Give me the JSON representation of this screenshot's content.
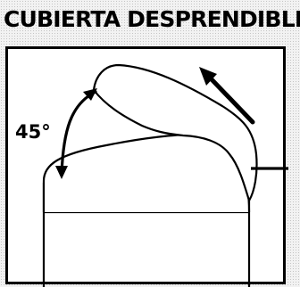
{
  "title": "CUBIERTA DESPRENDIBLE",
  "diagram": {
    "angle_label": "45°",
    "subject": "trash-can-with-removable-lid",
    "lid_state": "tilted-open"
  }
}
